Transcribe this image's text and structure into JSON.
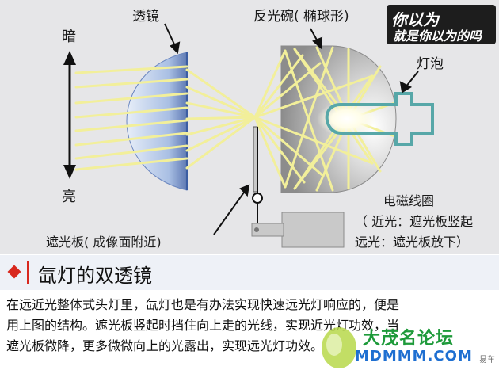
{
  "labels": {
    "dark": "暗",
    "bright": "亮",
    "lens": "透镜",
    "reflector": "反光碗( 椭球形)",
    "bulb": "灯泡",
    "coil": "电磁线圈",
    "shield": "遮光板( 成像面附近)",
    "low_beam": "（ 近光：遮光板竖起",
    "high_beam": "远光：遮光板放下）"
  },
  "caption": {
    "title": "氙灯的双透镜"
  },
  "body": {
    "line1": "在远近光整体式头灯里，氙灯也是有办法实现快速远光灯响应的，便是",
    "line2": "用上图的结构。遮光板竖起时挡住向上走的光线，实现近光灯功效，当",
    "line3": "遮光板微降，更多微微向上的光露出，实现远光灯功效。"
  },
  "watermark_top": {
    "line1": "你以为",
    "line2": "就是你以为的吗"
  },
  "watermark_bottom": {
    "line1": "大茂名论坛",
    "line2": "MDMMM.COM",
    "line3": "易车"
  },
  "colors": {
    "rays": "#f2ef9a",
    "reflector": "#a9a9a9",
    "lens": "#8fa9d6",
    "bulb_outline": "#57a7a8",
    "accent": "#d8281e"
  }
}
